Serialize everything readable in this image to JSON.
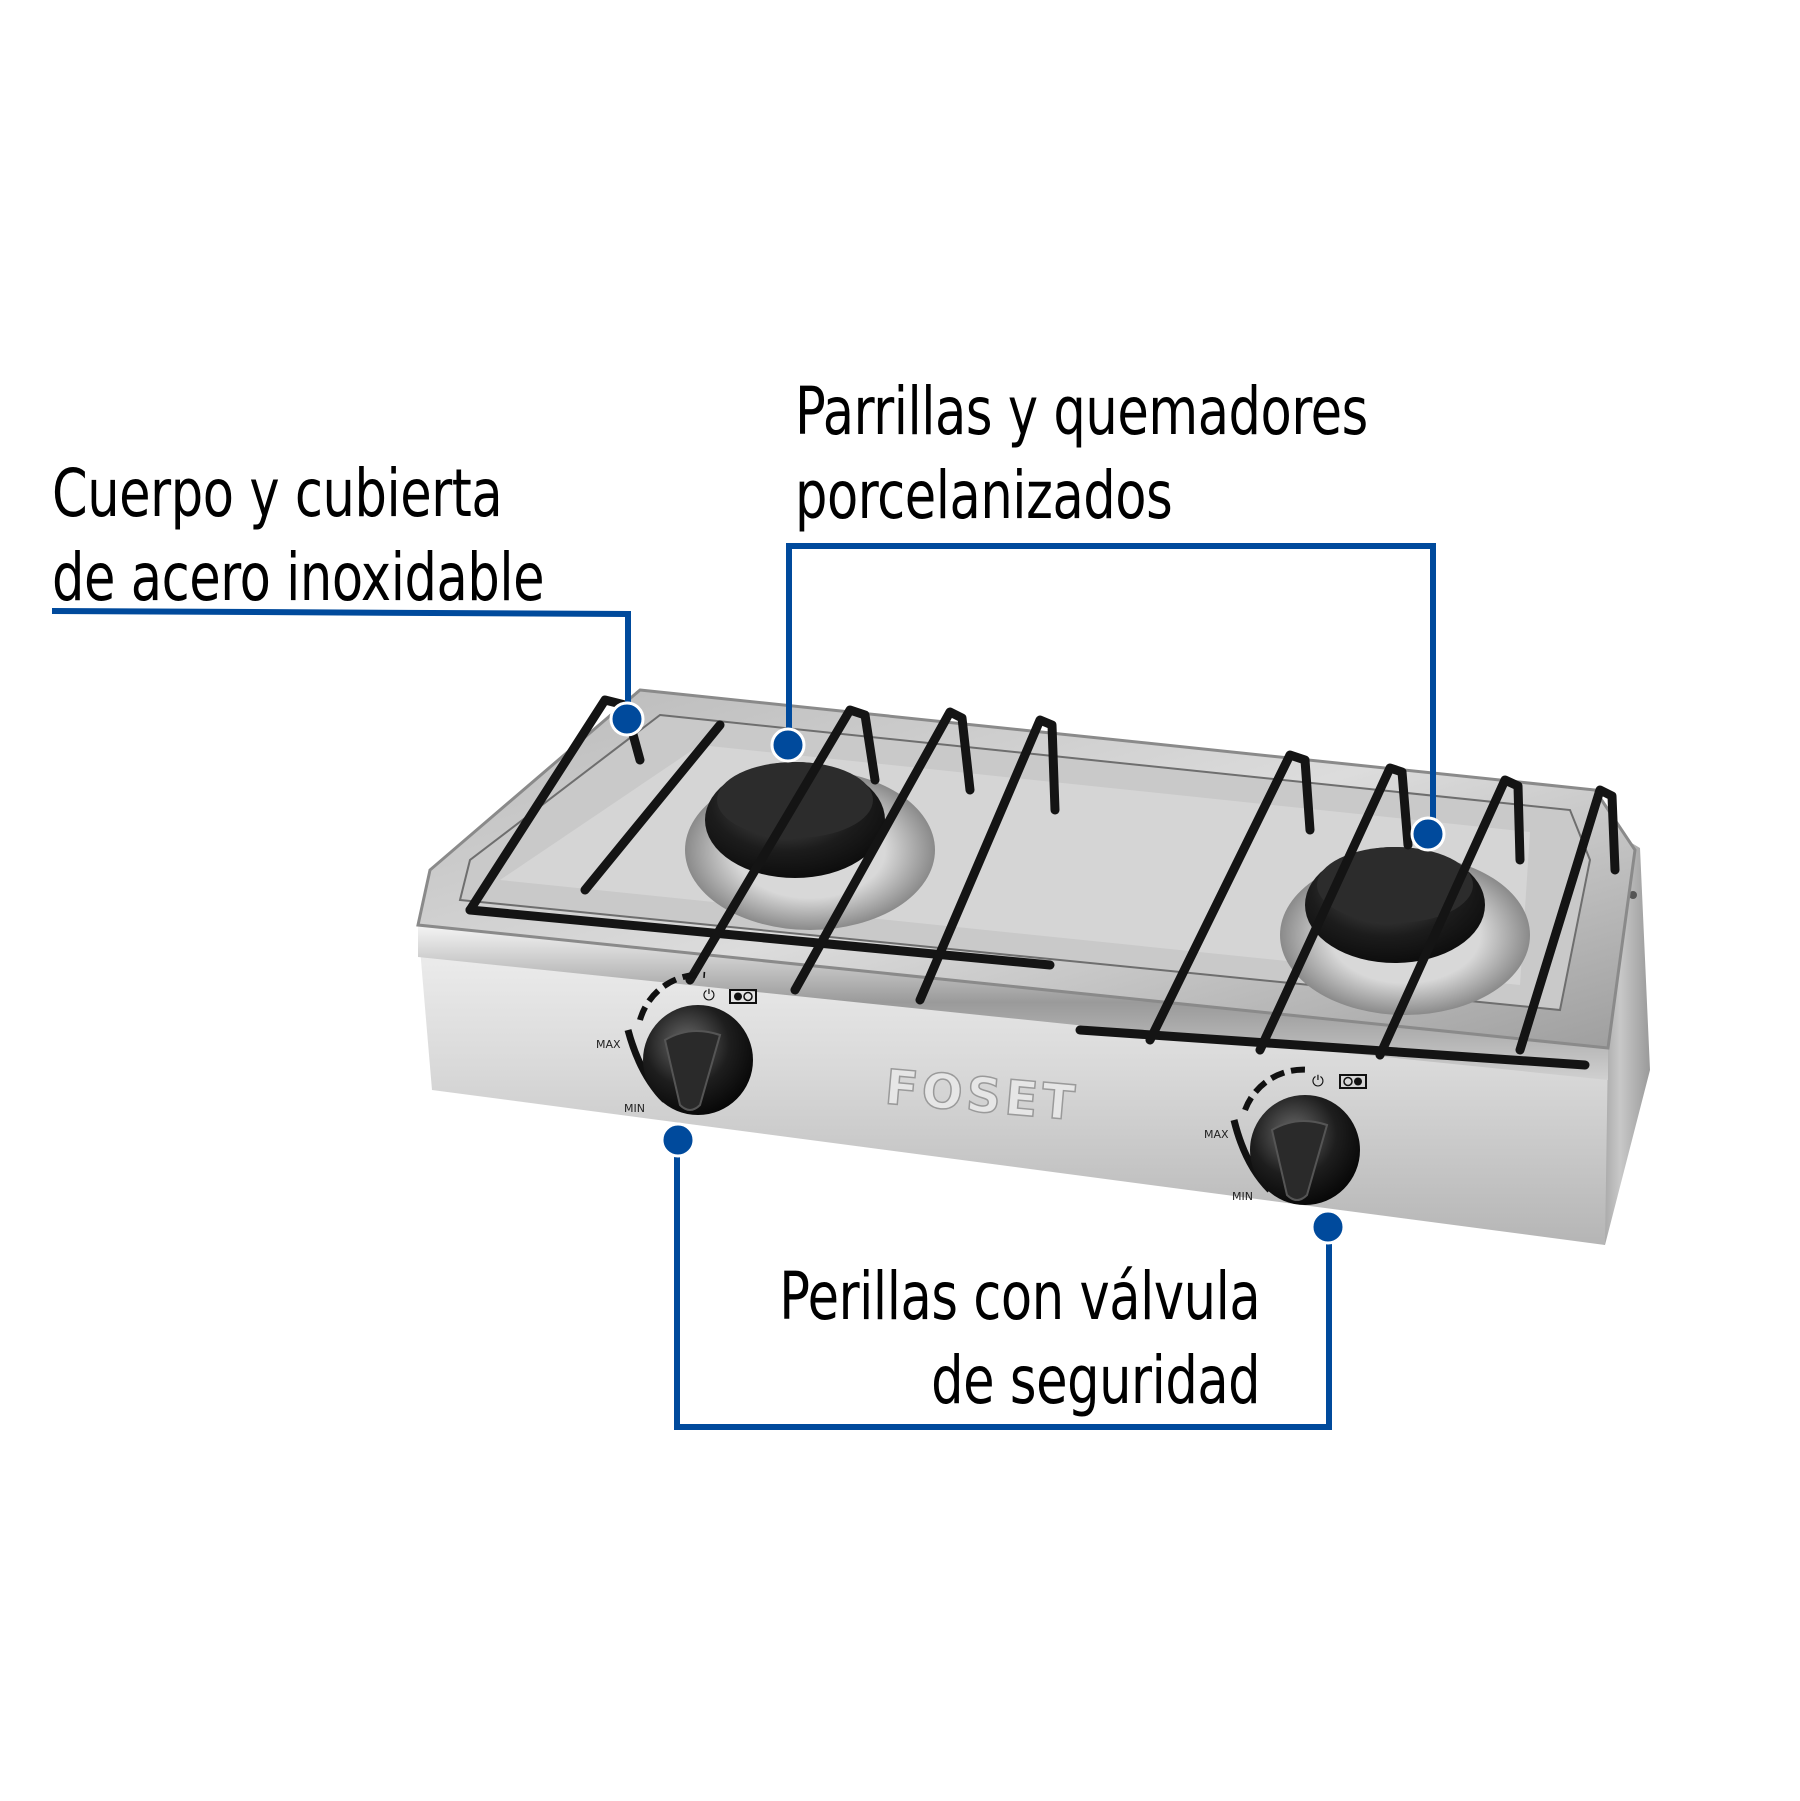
{
  "callouts": {
    "body": {
      "line1": "Cuerpo y cubierta",
      "line2": "de acero inoxidable"
    },
    "grates": {
      "line1": "Parrillas y quemadores",
      "line2": "porcelanizados"
    },
    "knobs": {
      "line1": "Perillas con válvula",
      "line2": "de seguridad"
    }
  },
  "product": {
    "brand": "FOSET",
    "type": "two-burner stainless steel gas stove",
    "knob_left": {
      "max_label": "MAX",
      "min_label": "MIN",
      "icons": [
        "power-icon",
        "burner-indicator-left-icon"
      ]
    },
    "knob_right": {
      "max_label": "MAX",
      "min_label": "MIN",
      "icons": [
        "power-icon",
        "burner-indicator-right-icon"
      ]
    }
  },
  "colors": {
    "callout_line": "#004a9c",
    "text": "#000000",
    "background": "#ffffff",
    "steel_light": "#e4e4e4",
    "steel_dark": "#7a7a7a",
    "grate": "#1a1a1a"
  }
}
